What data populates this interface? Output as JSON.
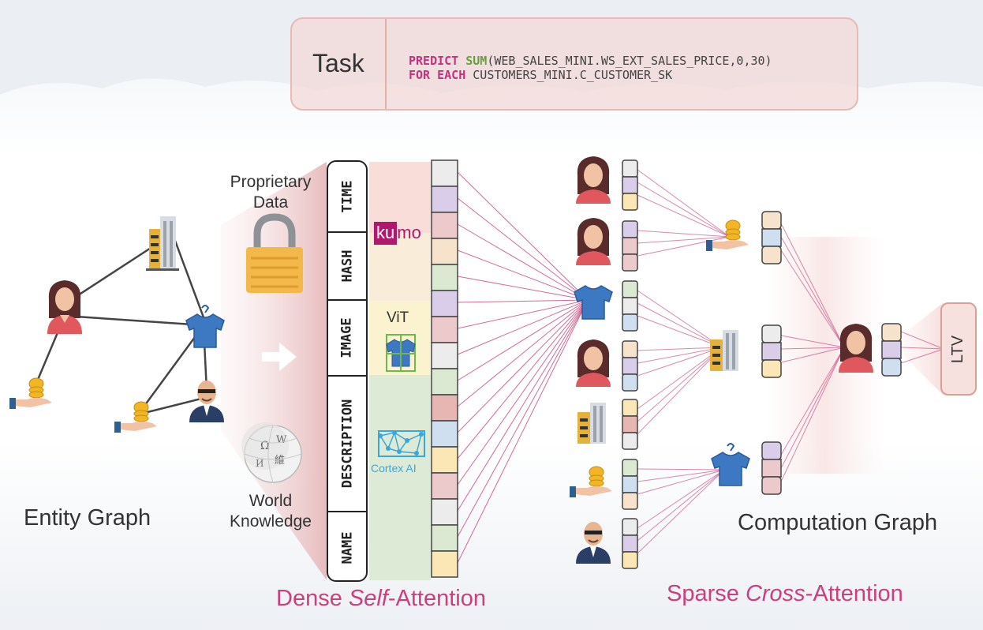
{
  "task": {
    "label": "Task",
    "line1_kw1": "PREDICT",
    "line1_fn": "SUM",
    "line1_rest": "(WEB_SALES_MINI.WS_EXT_SALES_PRICE,0,30)",
    "line2_kw": "FOR EACH",
    "line2_rest": " CUSTOMERS_MINI.C_CUSTOMER_SK"
  },
  "entity_graph": {
    "label": "Entity Graph"
  },
  "sources": {
    "proprietary_line1": "Proprietary",
    "proprietary_line2": "Data",
    "world_line1": "World",
    "world_line2": "Knowledge"
  },
  "columns": [
    "TIME",
    "HASH",
    "IMAGE",
    "DESCRIPTION",
    "NAME"
  ],
  "encoders": {
    "kumo_k": "ku",
    "kumo_m": "mo",
    "vit": "ViT",
    "cortex": "Cortex AI"
  },
  "captions": {
    "dense_pre": "Dense ",
    "dense_it": "Self",
    "dense_post": "-Attention",
    "sparse_pre": "Sparse ",
    "sparse_it": "Cross",
    "sparse_post": "-Attention"
  },
  "computation_graph": {
    "label": "Computation Graph"
  },
  "output": {
    "label": "LTV"
  },
  "colors": {
    "accent": "#c9407f",
    "line": "#c23a78",
    "token_gray": "#ececec",
    "token_purple": "#d9cdea",
    "token_pink": "#ecc9cb",
    "token_peach": "#f7e2cc",
    "token_green": "#dbe9d3",
    "token_blue": "#cfdff0",
    "token_yellow": "#fbe7b5",
    "token_rose": "#e6b7b2"
  }
}
